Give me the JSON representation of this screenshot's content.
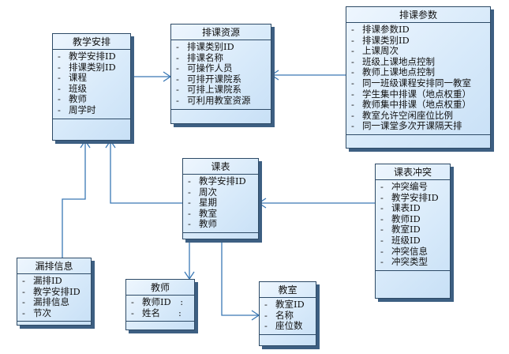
{
  "classes": {
    "jiaoxue": {
      "title": "教学安排",
      "attributes": [
        "教学安排ID",
        "排课类别ID",
        "课程",
        "班级",
        "教师",
        "周学时"
      ]
    },
    "ziyuan": {
      "title": "排课资源",
      "attributes": [
        "排课类别ID",
        "排课名称",
        "可操作人员",
        "可排开课院系",
        "可排上课院系",
        "可利用教室资源"
      ]
    },
    "canshu": {
      "title": "排课参数",
      "attributes": [
        "排课参数ID",
        "排课类别ID",
        "上课周次",
        "班级上课地点控制",
        "教师上课地点控制",
        "同一班级课程安排同一教室",
        "学生集中排课（地点权重）",
        "教师集中排课（地点权重）",
        "教室允许空闲座位比例",
        "同一课堂多次开课隔天排"
      ]
    },
    "kebiao": {
      "title": "课表",
      "attributes": [
        "教学安排ID",
        "周次",
        "星期",
        "教室",
        "教师"
      ]
    },
    "chongtu": {
      "title": "课表冲突",
      "attributes": [
        "冲突编号",
        "教学安排ID",
        "课表ID",
        "教师ID",
        "教室ID",
        "班级ID",
        "冲突信息",
        "冲突类型"
      ]
    },
    "loupai": {
      "title": "漏排信息",
      "attributes": [
        "漏排ID",
        "教学安排ID",
        "漏排信息",
        "节次"
      ]
    },
    "jiaoshi": {
      "title": "教师",
      "attributes": [
        "教师ID　:",
        "姓名　　:"
      ]
    },
    "jiaoshiroom": {
      "title": "教室",
      "attributes": [
        "教室ID",
        "名称",
        "座位数"
      ]
    }
  },
  "attribute_prefix": "-",
  "colors": {
    "border": "#2d4a66",
    "shadow": "#3d5f82",
    "fill_light": "#eef6fe",
    "fill_dark": "#c8e0f6",
    "line": "#3a78b5"
  }
}
